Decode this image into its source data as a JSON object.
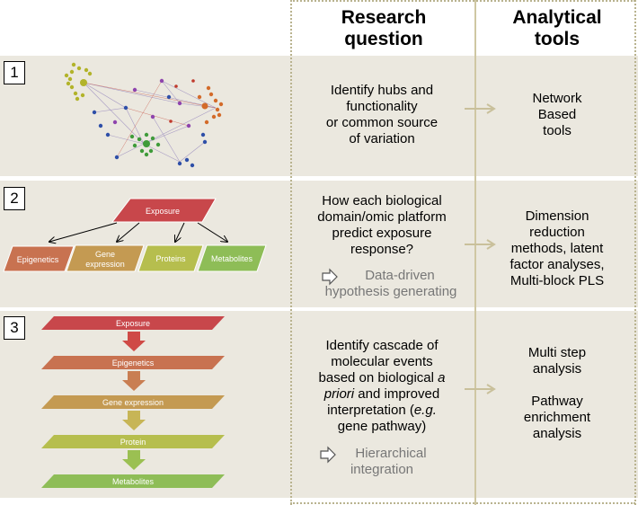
{
  "header": {
    "research_question": "Research question",
    "analytical_tools": "Analytical tools"
  },
  "rows": [
    {
      "number": "1",
      "question": [
        "Identify hubs and",
        "functionality",
        "or common source",
        "of variation"
      ],
      "tools": [
        "Network",
        "Based",
        "tools"
      ]
    },
    {
      "number": "2",
      "question": [
        "How each biological",
        "domain/omic platform",
        "predict exposure",
        "response?"
      ],
      "note": [
        "Data-driven",
        "hypothesis generating"
      ],
      "tools": [
        "Dimension",
        "reduction",
        "methods, latent",
        "factor analyses,",
        "Multi-block PLS"
      ],
      "diagram": {
        "exposure": "Exposure",
        "epigenetics": "Epigenetics",
        "gene_expression_1": "Gene",
        "gene_expression_2": "expression",
        "proteins": "Proteins",
        "metabolites": "Metabolites"
      }
    },
    {
      "number": "3",
      "question_1": "Identify cascade of",
      "question_2": "molecular events",
      "question_3a": "based on biological ",
      "question_3b": "a",
      "question_4a": "priori",
      "question_4b": "  and improved",
      "question_5": "interpretation (",
      "question_5b": "e.g.",
      "question_6": "gene pathway)",
      "note": [
        "Hierarchical",
        "integration"
      ],
      "tools": [
        "Multi step",
        "analysis",
        "Pathway",
        "enrichment",
        "analysis"
      ],
      "diagram": {
        "exposure": "Exposure",
        "epigenetics": "Epigenetics",
        "gene_expression": "Gene expression",
        "protein": "Protein",
        "metabolites": "Metabolites"
      }
    }
  ],
  "colors": {
    "band": "#ebe8df",
    "exposure": "#c8474b",
    "epigenetics": "#c87250",
    "gene": "#c49a52",
    "protein": "#b6be4e",
    "metabolite": "#8ebd57",
    "arrow_tan": "#c9c09b"
  }
}
